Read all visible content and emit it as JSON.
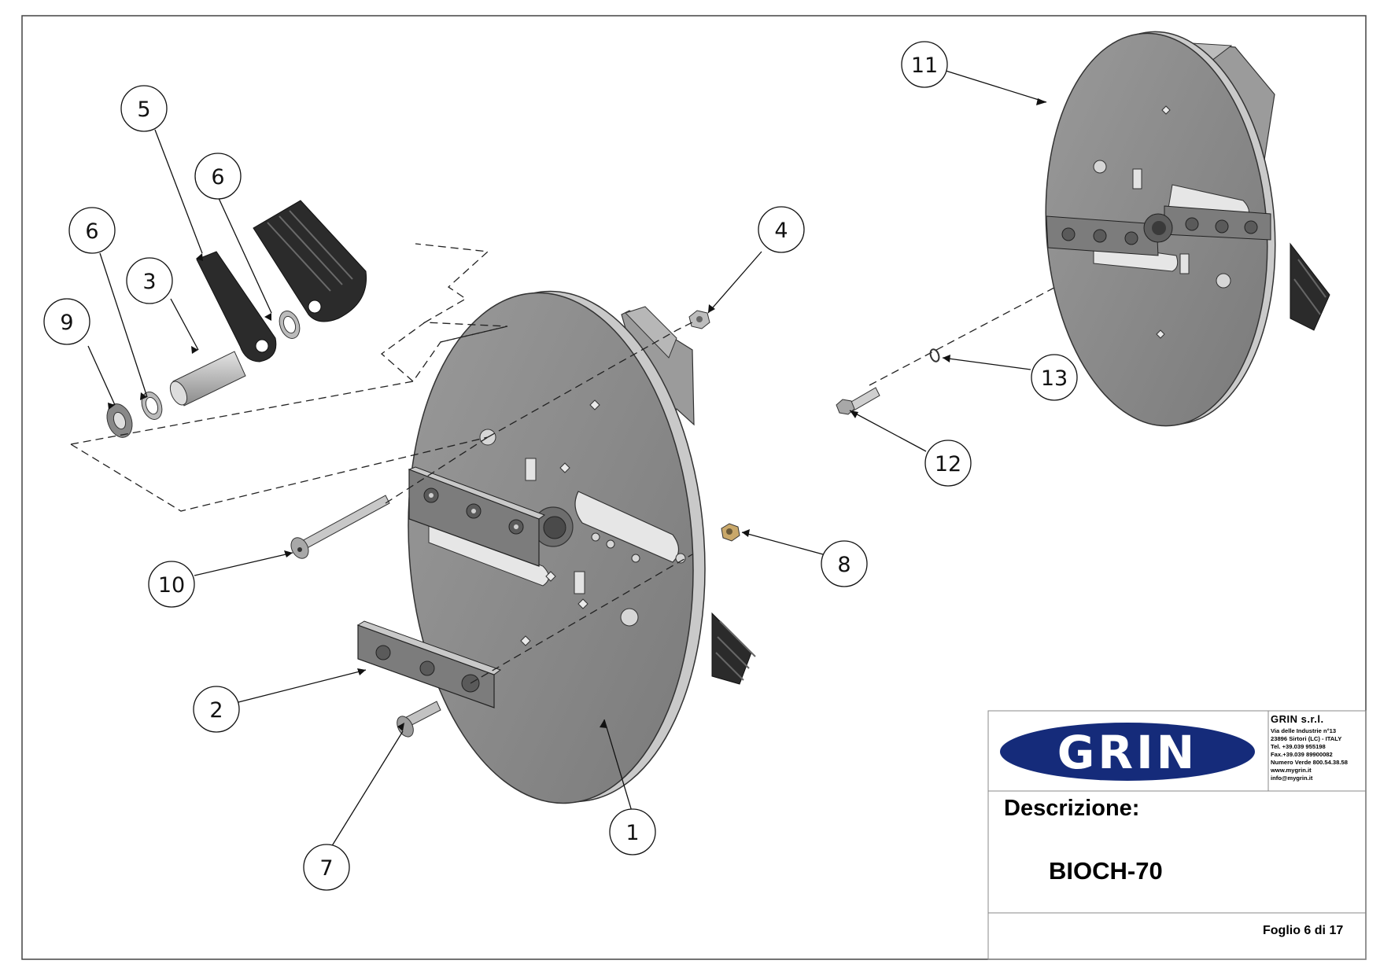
{
  "drawing": {
    "callouts": [
      "1",
      "2",
      "3",
      "4",
      "5",
      "6",
      "6",
      "7",
      "8",
      "9",
      "10",
      "11",
      "12",
      "13"
    ]
  },
  "title_block": {
    "company": "GRIN s.r.l.",
    "address_lines": [
      "Via delle Industrie n°13",
      "23896 Sirtori (LC) - ITALY",
      "Tel. +39.039 955198",
      "Fax.+39.039 89900082",
      "Numero Verde 800.54.38.58",
      "www.mygrin.it",
      "info@mygrin.it"
    ],
    "logo_text": "GRIN",
    "description_label": "Descrizione:",
    "model": "BIOCH-70",
    "sheet": "Foglio 6 di 17"
  },
  "colors": {
    "plate": "#888888",
    "plate_edge": "#bdbdbd",
    "dark_part": "#2b2b2b",
    "logo_blue": "#152b7a"
  }
}
